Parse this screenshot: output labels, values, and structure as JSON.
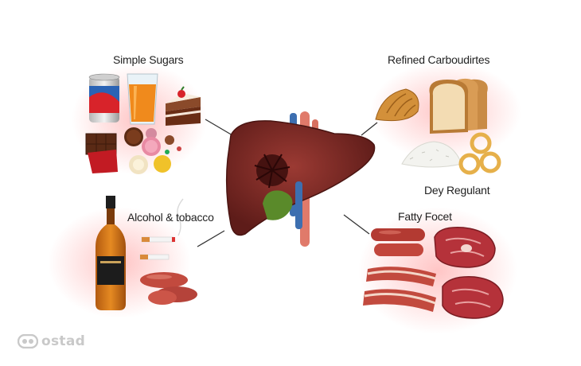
{
  "labels": {
    "simple_sugars": "Simple Sugars",
    "refined_carbs": "Refined Carboudirtes",
    "alcohol_tobacco": "Alcohol & tobacco",
    "dey_regulant": "Dey Regulant",
    "fatty_food": "Fatty Focet"
  },
  "brand": {
    "logo_text": "ostad"
  },
  "colors": {
    "liver": "#7d2a26",
    "gallbladder": "#5a8a2a",
    "artery": "#e07a6a",
    "vein": "#3d6fb0",
    "glow": "#ff6b6b"
  }
}
